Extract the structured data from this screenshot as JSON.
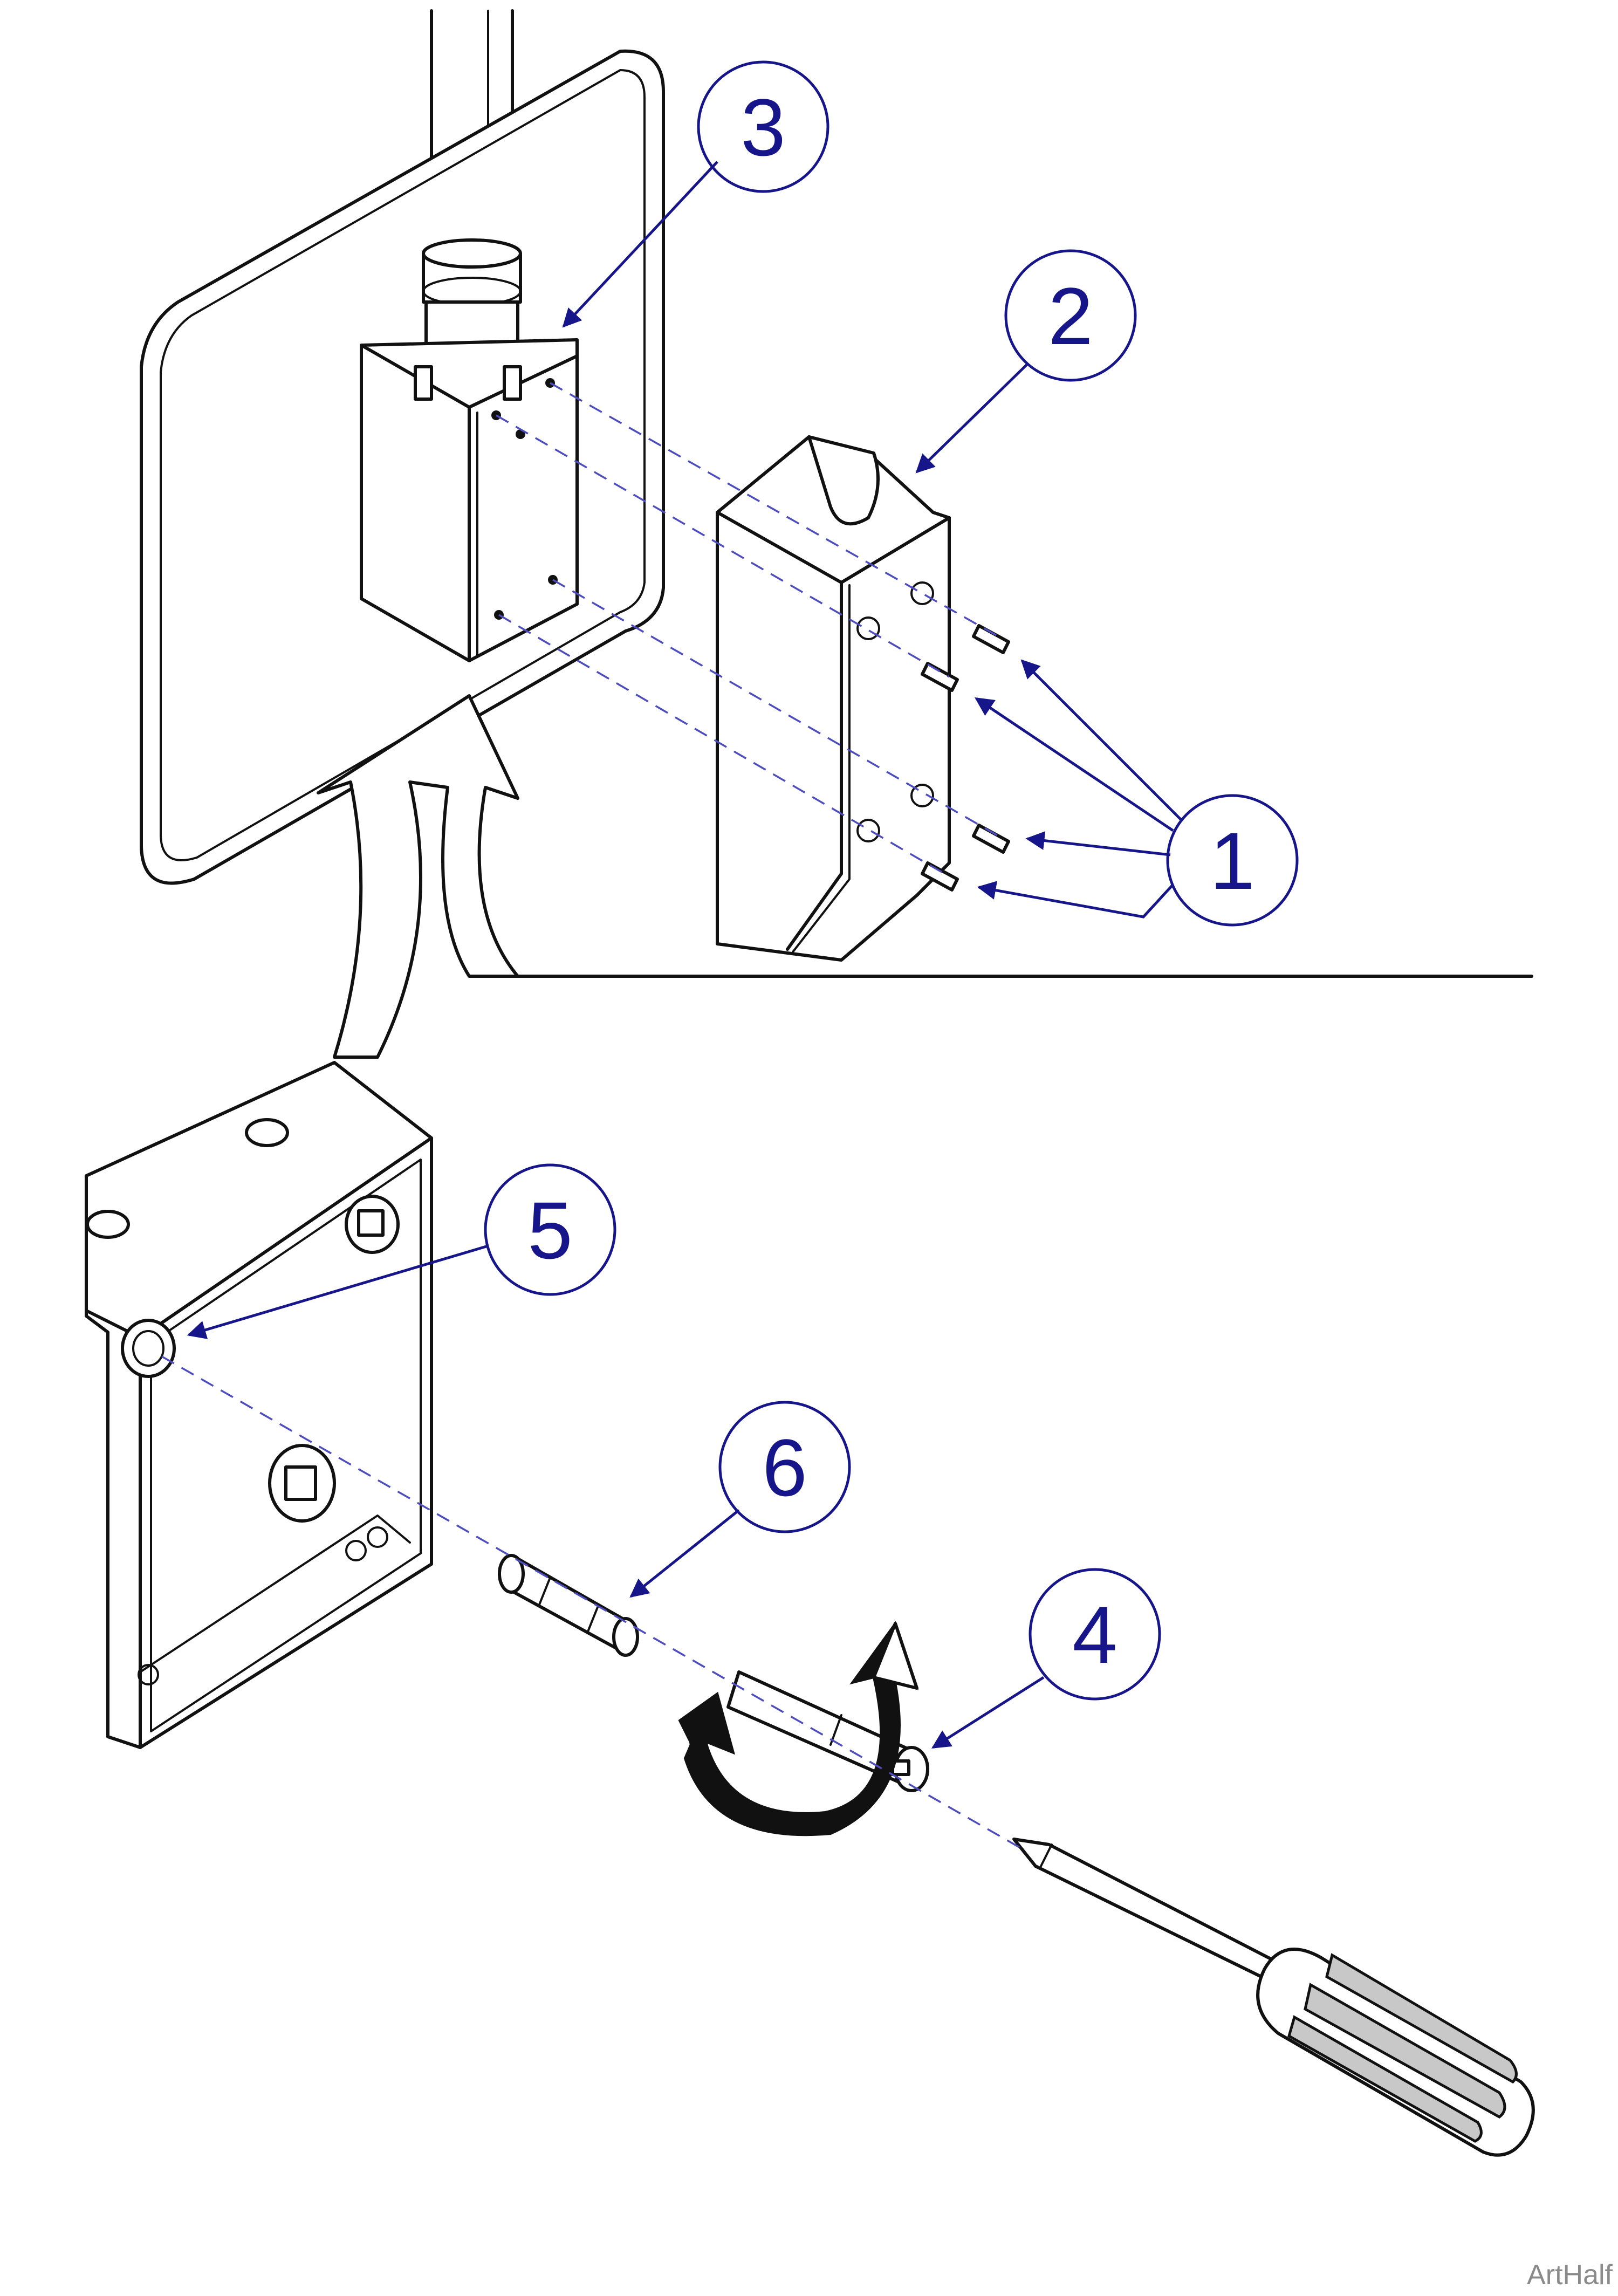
{
  "callouts": {
    "c1": "1",
    "c2": "2",
    "c3": "3",
    "c4": "4",
    "c5": "5",
    "c6": "6"
  },
  "footer": {
    "label": "ArtHalf"
  },
  "colors": {
    "callout": "#16168a",
    "line_art": "#111111",
    "background": "#ffffff"
  }
}
